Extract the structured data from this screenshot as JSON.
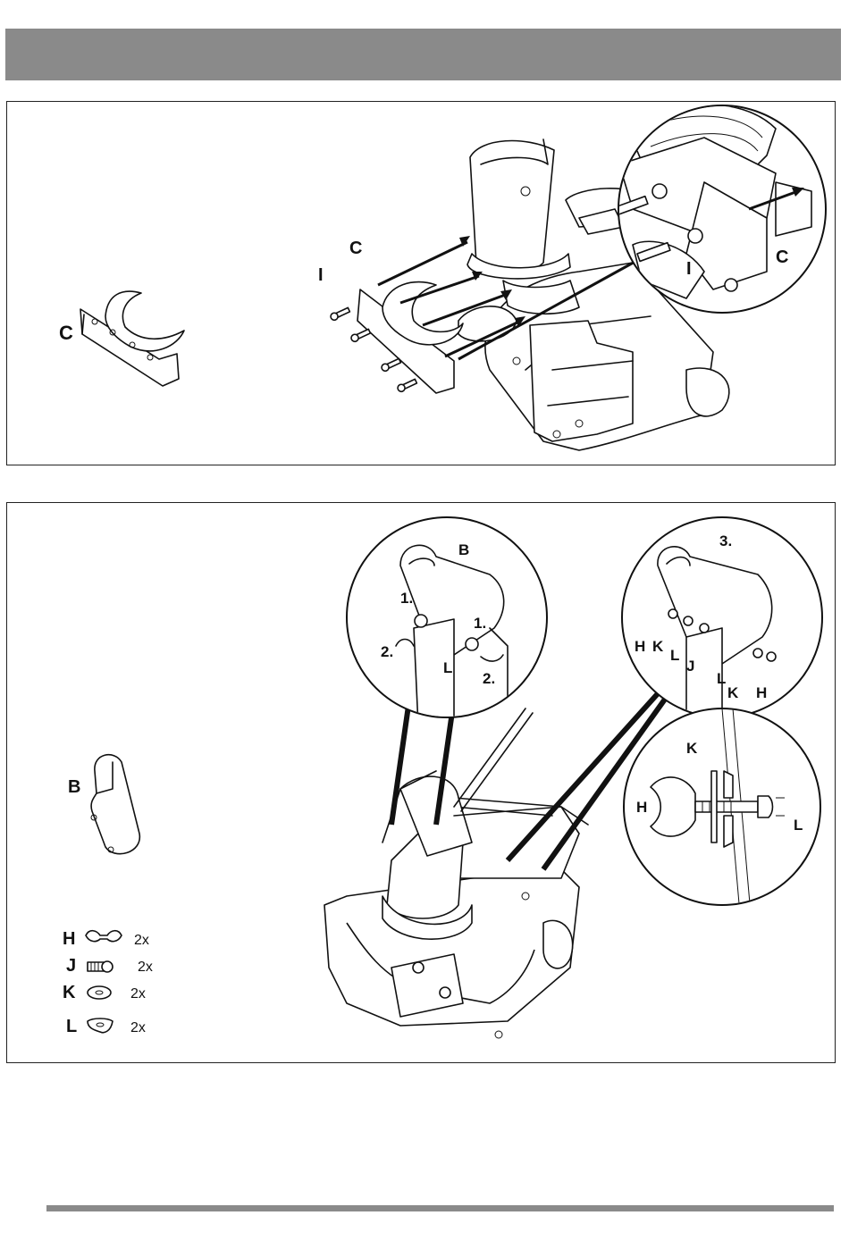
{
  "panel1": {
    "part_label": "C",
    "labels": {
      "c_main": "C",
      "i_main": "I",
      "c_detail": "C",
      "i_detail": "I"
    }
  },
  "panel2": {
    "part_label": "B",
    "detail1": {
      "b": "B",
      "step1a": "1.",
      "step1b": "1.",
      "step2a": "2.",
      "step2b": "2.",
      "l": "L"
    },
    "detail2": {
      "step3": "3.",
      "h1": "H",
      "k1": "K",
      "l1": "L",
      "j": "J",
      "l2": "L",
      "k2": "K",
      "h2": "H"
    },
    "detail3": {
      "k": "K",
      "h": "H",
      "l": "L"
    },
    "parts": [
      {
        "letter": "H",
        "qty": "2x",
        "icon": "wing-nut-icon"
      },
      {
        "letter": "J",
        "qty": "2x",
        "icon": "bolt-icon"
      },
      {
        "letter": "K",
        "qty": "2x",
        "icon": "flat-washer-icon"
      },
      {
        "letter": "L",
        "qty": "2x",
        "icon": "curved-washer-icon"
      }
    ]
  }
}
